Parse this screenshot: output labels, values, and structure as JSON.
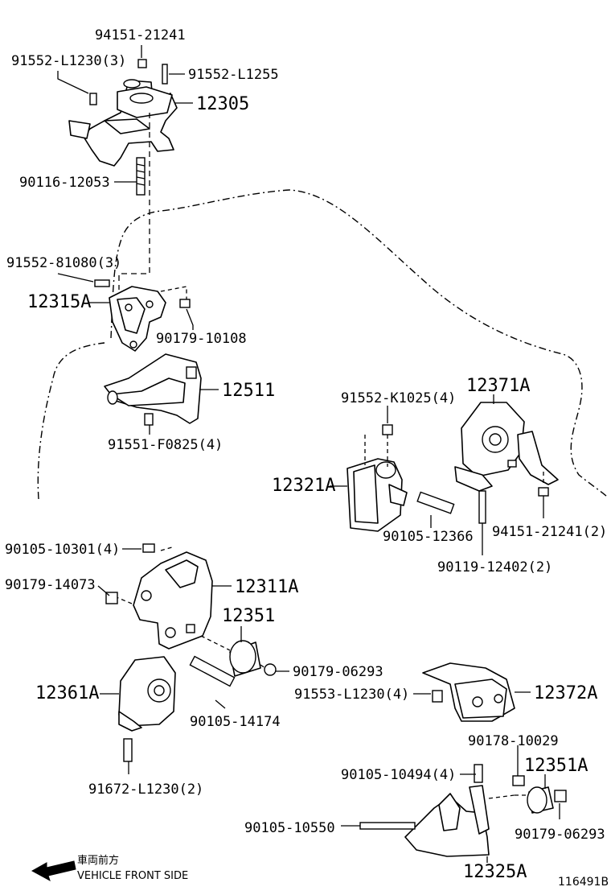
{
  "labels": {
    "l01": "94151-21241",
    "l02": "91552-L1230(3)",
    "l03": "91552-L1255",
    "l04": "12305",
    "l05": "90116-12053",
    "l06": "91552-81080(3)",
    "l07": "12315A",
    "l08": "90179-10108",
    "l09": "12511",
    "l10": "91551-F0825(4)",
    "l11": "91552-K1025(4)",
    "l12": "12371A",
    "l13": "12321A",
    "l14": "90105-12366",
    "l15": "94151-21241(2)",
    "l16": "90119-12402(2)",
    "l17": "90105-10301(4)",
    "l18": "90179-14073",
    "l19": "12311A",
    "l20": "12351",
    "l21": "90179-06293",
    "l22": "91553-L1230(4)",
    "l23": "12372A",
    "l24": "12361A",
    "l25": "90105-14174",
    "l26": "91672-L1230(2)",
    "l27": "90178-10029",
    "l28": "90105-10494(4)",
    "l29": "12351A",
    "l30": "90105-10550",
    "l31": "90179-06293",
    "l32": "12325A"
  },
  "direction": {
    "japanese": "車両前方",
    "english": "VEHICLE FRONT SIDE"
  },
  "figure_code": "116491B"
}
